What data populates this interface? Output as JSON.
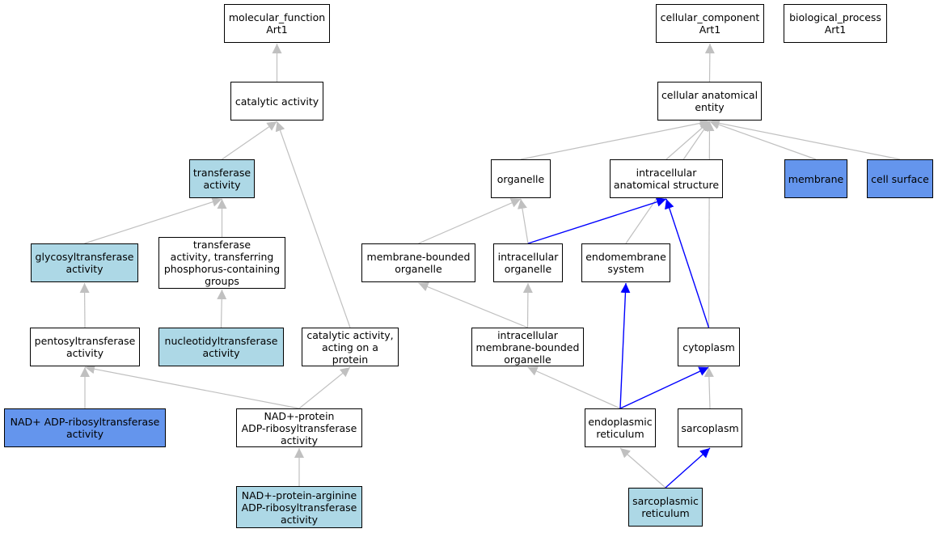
{
  "colors": {
    "default_fill": "#ffffff",
    "light_fill": "#add8e6",
    "strong_fill": "#6495ed",
    "gray_edge": "#c0c0c0",
    "blue_edge": "#0000ff"
  },
  "nodes": {
    "molecular_function": {
      "label": "molecular_function\nArt1",
      "fill": "white"
    },
    "cellular_component": {
      "label": "cellular_component\nArt1",
      "fill": "white"
    },
    "biological_process": {
      "label": "biological_process\nArt1",
      "fill": "white"
    },
    "catalytic_activity": {
      "label": "catalytic activity",
      "fill": "white"
    },
    "cellular_anatomical_entity": {
      "label": "cellular anatomical\nentity",
      "fill": "white"
    },
    "transferase_activity": {
      "label": "transferase\nactivity",
      "fill": "light"
    },
    "organelle": {
      "label": "organelle",
      "fill": "white"
    },
    "intracellular_anatomical_structure": {
      "label": "intracellular\nanatomical structure",
      "fill": "white"
    },
    "membrane": {
      "label": "membrane",
      "fill": "strong"
    },
    "cell_surface": {
      "label": "cell surface",
      "fill": "strong"
    },
    "glycosyltransferase_activity": {
      "label": "glycosyltransferase\nactivity",
      "fill": "light"
    },
    "transferase_phosphorus": {
      "label": "transferase\nactivity, transferring\nphosphorus-containing\ngroups",
      "fill": "white"
    },
    "membrane_bounded_organelle": {
      "label": "membrane-bounded\norganelle",
      "fill": "white"
    },
    "intracellular_organelle": {
      "label": "intracellular\norganelle",
      "fill": "white"
    },
    "endomembrane_system": {
      "label": "endomembrane\nsystem",
      "fill": "white"
    },
    "pentosyltransferase_activity": {
      "label": "pentosyltransferase\nactivity",
      "fill": "white"
    },
    "nucleotidyltransferase_activity": {
      "label": "nucleotidyltransferase\nactivity",
      "fill": "light"
    },
    "catalytic_activity_protein": {
      "label": "catalytic activity,\nacting on a\nprotein",
      "fill": "white"
    },
    "intracellular_membrane_bounded_organelle": {
      "label": "intracellular\nmembrane-bounded\norganelle",
      "fill": "white"
    },
    "cytoplasm": {
      "label": "cytoplasm",
      "fill": "white"
    },
    "nad_adp_ribosyltransferase": {
      "label": "NAD+ ADP-ribosyltransferase\nactivity",
      "fill": "strong"
    },
    "nad_protein_adp_ribosyltransferase": {
      "label": "NAD+-protein\nADP-ribosyltransferase\nactivity",
      "fill": "white"
    },
    "endoplasmic_reticulum": {
      "label": "endoplasmic\nreticulum",
      "fill": "white"
    },
    "sarcoplasm": {
      "label": "sarcoplasm",
      "fill": "white"
    },
    "nad_protein_arginine": {
      "label": "NAD+-protein-arginine\nADP-ribosyltransferase\nactivity",
      "fill": "light"
    },
    "sarcoplasmic_reticulum": {
      "label": "sarcoplasmic\nreticulum",
      "fill": "light"
    }
  },
  "edges": [
    {
      "from": "catalytic_activity",
      "to": "molecular_function",
      "color": "gray"
    },
    {
      "from": "transferase_activity",
      "to": "catalytic_activity",
      "color": "gray"
    },
    {
      "from": "glycosyltransferase_activity",
      "to": "transferase_activity",
      "color": "gray"
    },
    {
      "from": "transferase_phosphorus",
      "to": "transferase_activity",
      "color": "gray"
    },
    {
      "from": "pentosyltransferase_activity",
      "to": "glycosyltransferase_activity",
      "color": "gray"
    },
    {
      "from": "nucleotidyltransferase_activity",
      "to": "transferase_phosphorus",
      "color": "gray"
    },
    {
      "from": "nad_adp_ribosyltransferase",
      "to": "pentosyltransferase_activity",
      "color": "gray"
    },
    {
      "from": "nad_protein_adp_ribosyltransferase",
      "to": "pentosyltransferase_activity",
      "color": "gray"
    },
    {
      "from": "catalytic_activity_protein",
      "to": "catalytic_activity",
      "color": "gray"
    },
    {
      "from": "nad_protein_adp_ribosyltransferase",
      "to": "catalytic_activity_protein",
      "color": "gray"
    },
    {
      "from": "nad_protein_arginine",
      "to": "nad_protein_adp_ribosyltransferase",
      "color": "gray"
    },
    {
      "from": "cellular_anatomical_entity",
      "to": "cellular_component",
      "color": "gray"
    },
    {
      "from": "organelle",
      "to": "cellular_anatomical_entity",
      "color": "gray"
    },
    {
      "from": "intracellular_anatomical_structure",
      "to": "cellular_anatomical_entity",
      "color": "gray"
    },
    {
      "from": "membrane",
      "to": "cellular_anatomical_entity",
      "color": "gray"
    },
    {
      "from": "cell_surface",
      "to": "cellular_anatomical_entity",
      "color": "gray"
    },
    {
      "from": "endomembrane_system",
      "to": "cellular_anatomical_entity",
      "color": "gray"
    },
    {
      "from": "cytoplasm",
      "to": "cellular_anatomical_entity",
      "color": "gray"
    },
    {
      "from": "membrane_bounded_organelle",
      "to": "organelle",
      "color": "gray"
    },
    {
      "from": "intracellular_organelle",
      "to": "organelle",
      "color": "gray"
    },
    {
      "from": "intracellular_organelle",
      "to": "intracellular_anatomical_structure",
      "color": "blue"
    },
    {
      "from": "cytoplasm",
      "to": "intracellular_anatomical_structure",
      "color": "blue"
    },
    {
      "from": "intracellular_membrane_bounded_organelle",
      "to": "membrane_bounded_organelle",
      "color": "gray"
    },
    {
      "from": "intracellular_membrane_bounded_organelle",
      "to": "intracellular_organelle",
      "color": "gray"
    },
    {
      "from": "endoplasmic_reticulum",
      "to": "intracellular_membrane_bounded_organelle",
      "color": "gray"
    },
    {
      "from": "endoplasmic_reticulum",
      "to": "endomembrane_system",
      "color": "blue"
    },
    {
      "from": "endoplasmic_reticulum",
      "to": "cytoplasm",
      "color": "blue"
    },
    {
      "from": "sarcoplasm",
      "to": "cytoplasm",
      "color": "gray"
    },
    {
      "from": "sarcoplasmic_reticulum",
      "to": "endoplasmic_reticulum",
      "color": "gray"
    },
    {
      "from": "sarcoplasmic_reticulum",
      "to": "sarcoplasm",
      "color": "blue"
    }
  ]
}
